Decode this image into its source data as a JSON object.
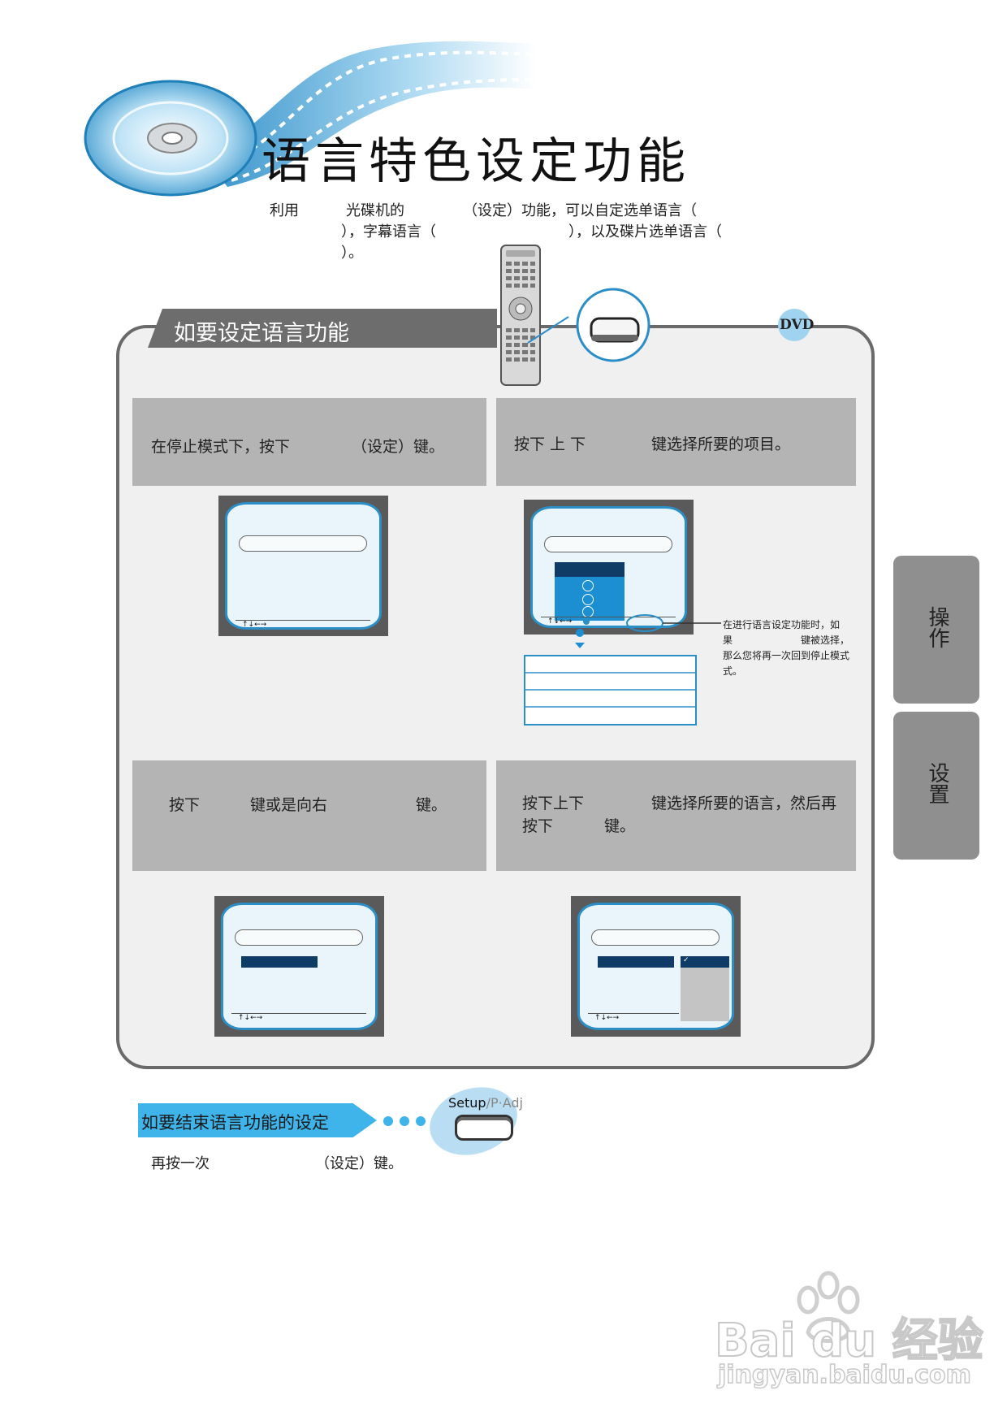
{
  "page": {
    "title": "语言特色设定功能",
    "intro_line1_a": "利用",
    "intro_line1_b": "光碟机的",
    "intro_line1_c": "（设定）功能，可以自定选单语言（",
    "intro_line2_a": "），字幕语言（",
    "intro_line2_b": "），以及碟片选单语言（",
    "intro_line3": "）。"
  },
  "section": {
    "header": "如要设定语言功能",
    "dvd_badge": "DVD"
  },
  "steps": {
    "step1": {
      "a": "在停止模式下，按下",
      "b": "（设定）键。"
    },
    "step2": {
      "a": "按下 上 下",
      "b": "键选择所要的项目。"
    },
    "step3": {
      "a": "按下",
      "b": "键或是向右",
      "c": "键。"
    },
    "step4": {
      "line1_a": "按下上下",
      "line1_b": "键选择所要的语言，然后再",
      "line2_a": "按下",
      "line2_b": "键。"
    }
  },
  "screens": {
    "nav_hint": "↑↓←→",
    "check_mark": "✓"
  },
  "note": {
    "line1": "在进行语言设定功能时，如",
    "line2_a": "果",
    "line2_b": "键被选择，",
    "line3": "那么您将再一次回到停止模式",
    "line4": "式。"
  },
  "side_tabs": {
    "tab1": "操作",
    "tab2": "设置"
  },
  "finish": {
    "header": "如要结束语言功能的设定",
    "button_label_a": "Setup",
    "button_label_b": "/P·Adj",
    "text_a": "再按一次",
    "text_b": "（设定）键。"
  },
  "watermark": {
    "brand": "Bai du 经验",
    "url": "jingyan.baidu.com"
  },
  "colors": {
    "accent_blue": "#2b8ec7",
    "light_blue": "#9fd3ef",
    "panel_gray": "#f0f0f0",
    "step_gray": "#b4b4b4",
    "tab_gray": "#8f8f8f"
  }
}
